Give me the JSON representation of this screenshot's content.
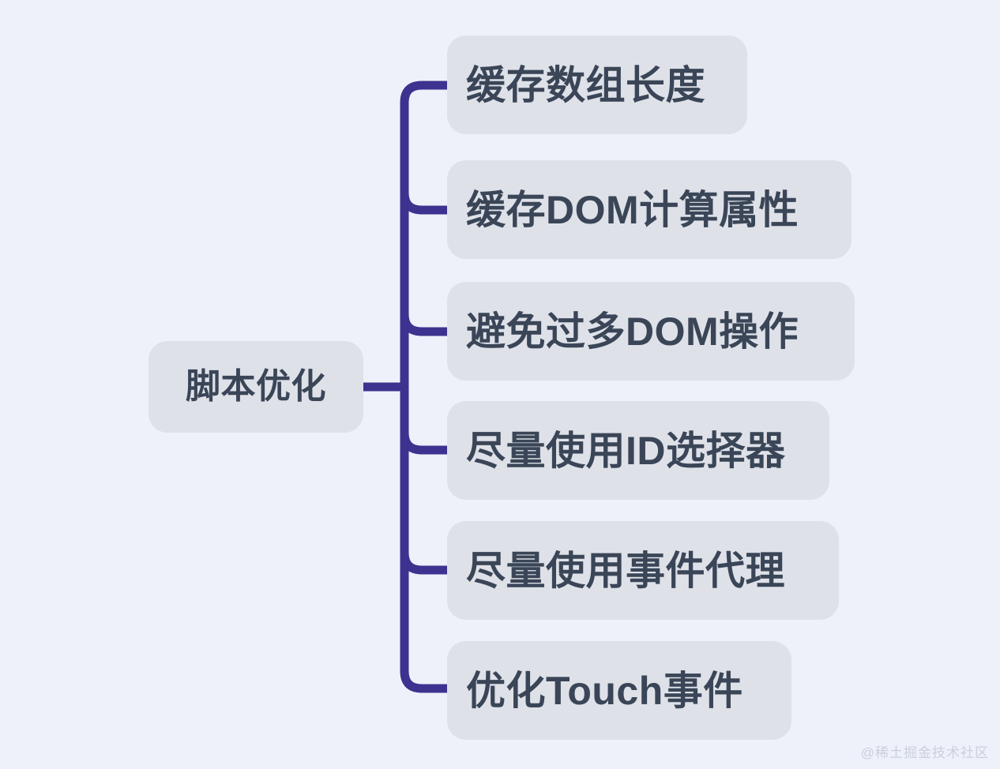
{
  "diagram": {
    "type": "mindmap",
    "orientation": "left-to-right",
    "background_color": "#eef1f9",
    "node_fill_color": "#dfe1e9",
    "node_text_color": "#3a4657",
    "connector_color": "#3d328f",
    "root": {
      "label": "脚本优化",
      "children": [
        {
          "label": "缓存数组长度"
        },
        {
          "label": "缓存DOM计算属性"
        },
        {
          "label": "避免过多DOM操作"
        },
        {
          "label": "尽量使用ID选择器"
        },
        {
          "label": "尽量使用事件代理"
        },
        {
          "label": "优化Touch事件"
        }
      ]
    }
  },
  "watermark": {
    "text": "@稀土掘金技术社区"
  }
}
